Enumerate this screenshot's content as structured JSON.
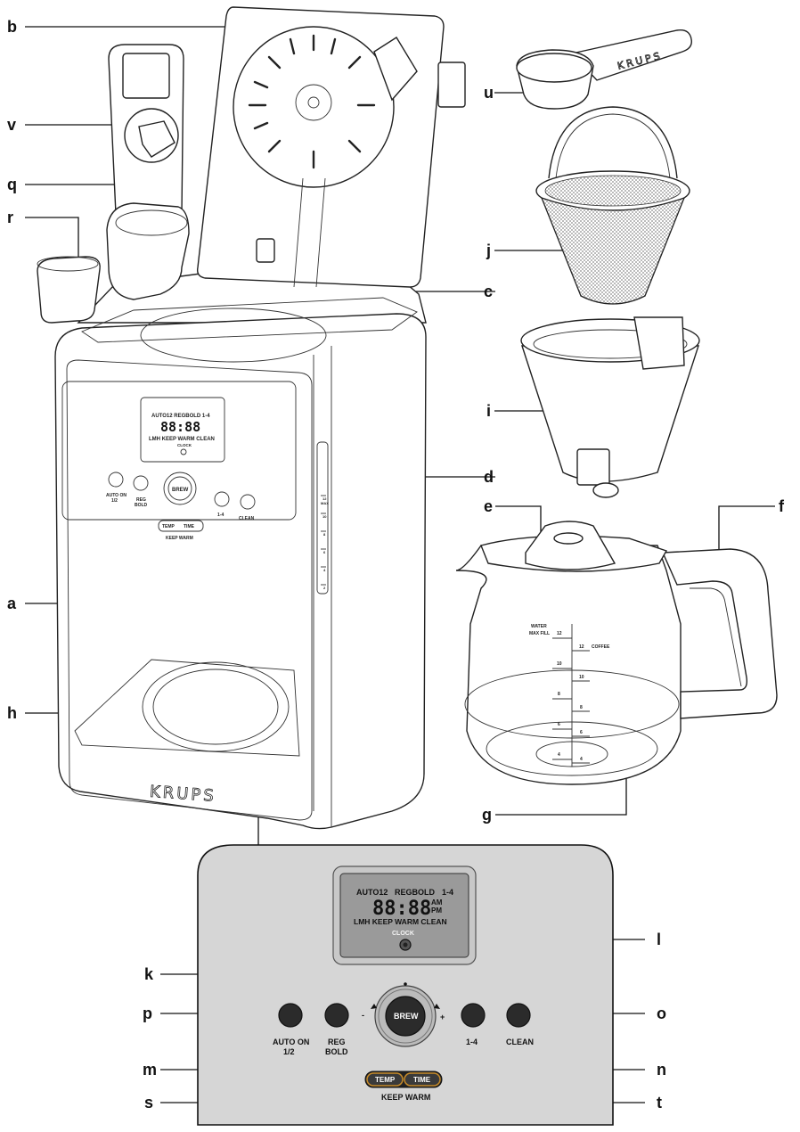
{
  "callouts": {
    "a": "a",
    "b": "b",
    "c": "c",
    "d": "d",
    "e": "e",
    "f": "f",
    "g": "g",
    "h": "h",
    "i": "i",
    "j": "j",
    "k": "k",
    "l": "l",
    "m": "m",
    "n": "n",
    "o": "o",
    "p": "p",
    "q": "q",
    "r": "r",
    "s": "s",
    "t": "t",
    "u": "u",
    "v": "v"
  },
  "brand": {
    "logo": "KRUPS",
    "scoop_logo": "KRUPS"
  },
  "display": {
    "row1_auto": "AUTO12",
    "row1_strength": "REGBOLD",
    "row1_cups": "1-4",
    "digits": "88:88",
    "am": "AM",
    "pm": "PM",
    "row3": "LMH  KEEP WARM CLEAN",
    "clock": "CLOCK"
  },
  "controls": {
    "brew": "BREW",
    "minus": "-",
    "plus": "+",
    "auto_on_line1": "AUTO ON",
    "auto_on_line2": "1/2",
    "reg_line1": "REG",
    "bold_line2": "BOLD",
    "one_four": "1-4",
    "clean": "CLEAN",
    "temp": "TEMP",
    "time": "TIME",
    "keep_warm": "KEEP WARM"
  },
  "carafe": {
    "water": "WATER",
    "max_fill": "MAX FILL",
    "coffee": "COFFEE",
    "left_marks": [
      "12",
      "10",
      "8",
      "6",
      "4"
    ],
    "right_marks": [
      "12",
      "10",
      "8",
      "6",
      "4"
    ]
  },
  "gauge": {
    "marks": [
      "12",
      "MAX",
      "10",
      "8",
      "6",
      "4",
      "2"
    ]
  }
}
